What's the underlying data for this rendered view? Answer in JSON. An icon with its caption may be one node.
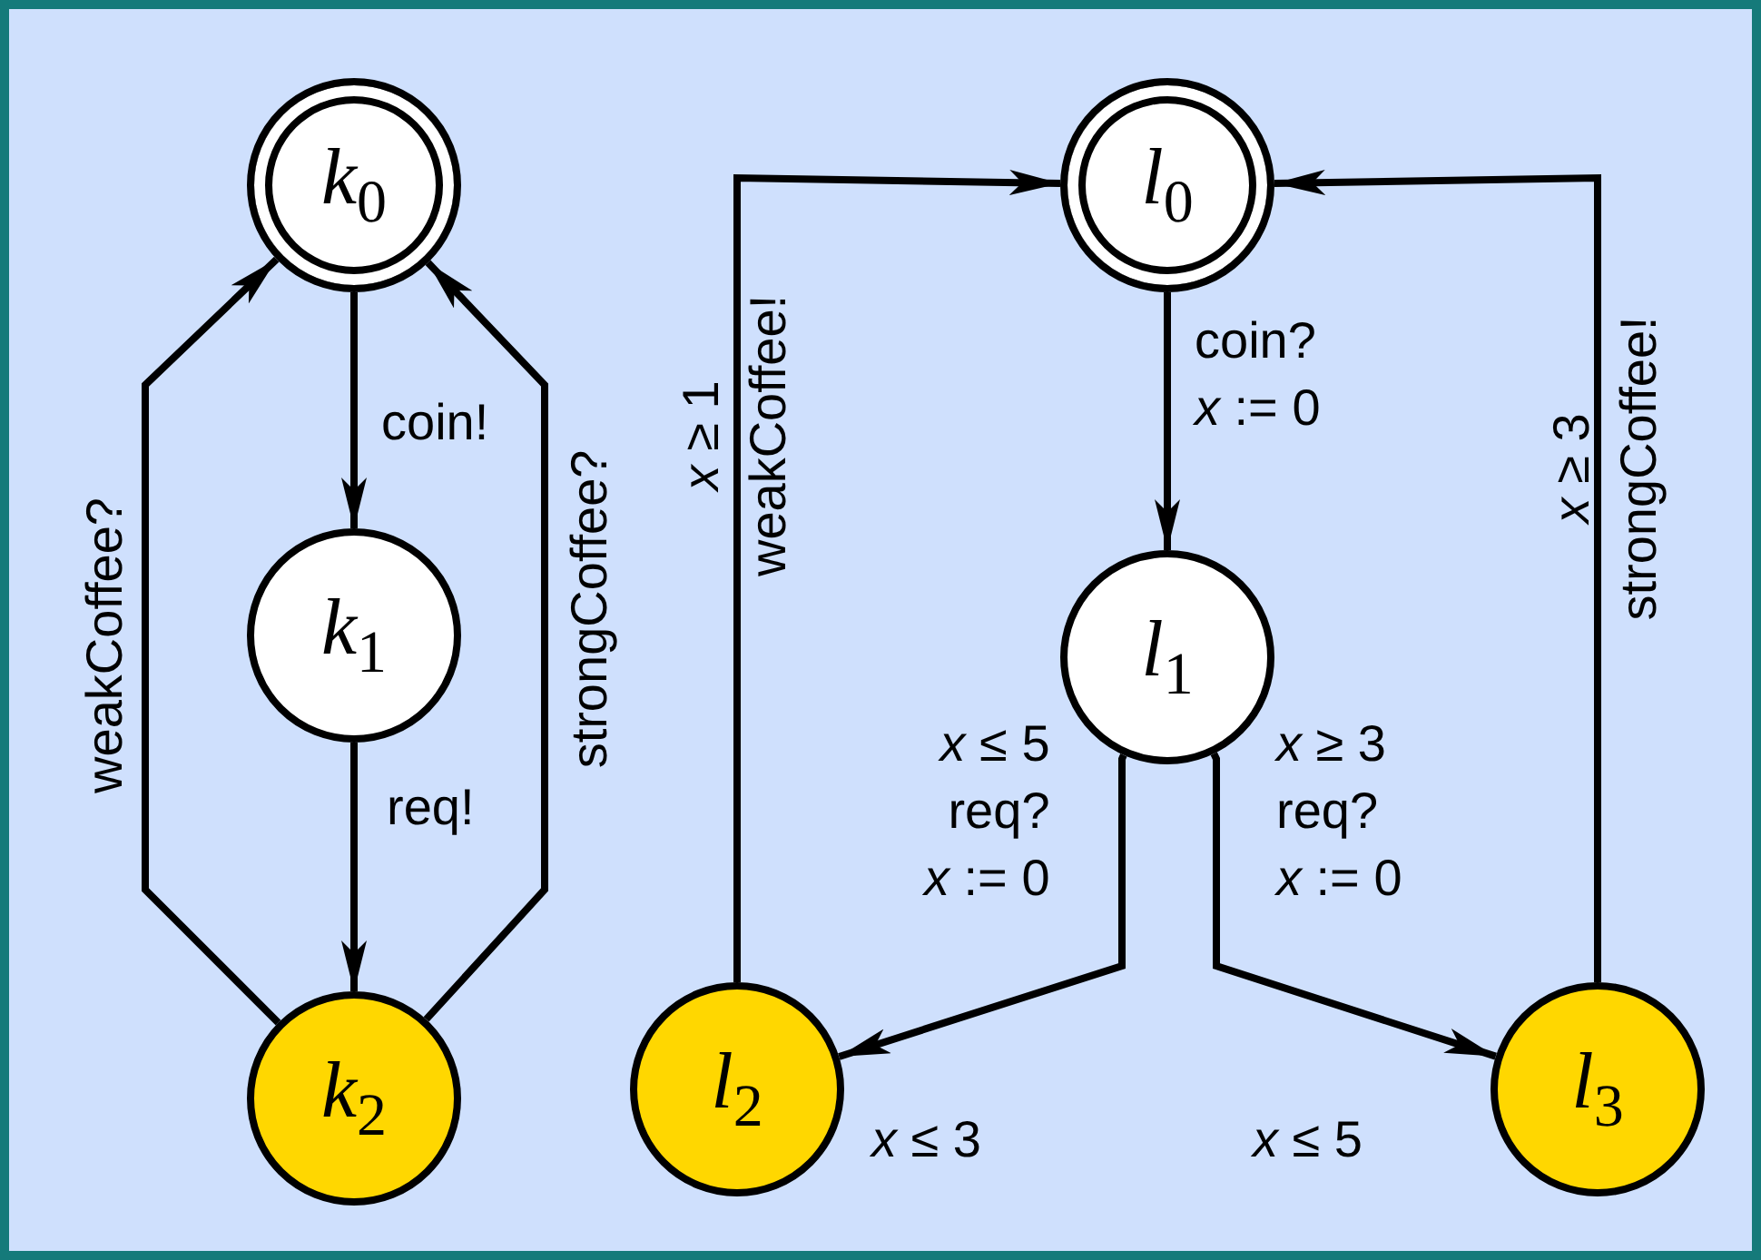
{
  "diagram": {
    "nodes": [
      {
        "text": [
          "*k*$_{0}$"
        ]
      },
      {
        "text": [
          "*k*$_{1}$"
        ]
      },
      {
        "text": [
          "*k*$_{2}$"
        ]
      },
      {
        "text": [
          "*l*$_{0}$"
        ]
      },
      {
        "text": [
          "*l*$_{1}$"
        ]
      },
      {
        "text": [
          "*l*$_{2}$"
        ],
        "beside": [
          "*x* ≤ 3"
        ]
      },
      {
        "text": [
          "*l*$_{3}$"
        ],
        "beside": [
          "*x* ≤ 5"
        ]
      }
    ],
    "edges": [
      {
        "from": 0,
        "to": 1,
        "arrow": "to",
        "label": "coin!"
      },
      {
        "from": 1,
        "to": 2,
        "arrow": "to",
        "label": "req!"
      },
      {
        "from": 2,
        "to": 0,
        "arrow": "to",
        "label": "weakCoffee?"
      },
      {
        "from": 2,
        "to": 0,
        "arrow": "to",
        "label": "strongCoffee?"
      },
      {
        "from": 3,
        "to": 4,
        "arrow": "to",
        "label": "coin? *x* := 0"
      },
      {
        "from": 4,
        "to": 5,
        "arrow": "to",
        "label": "*x* ≤ 5 req? *x* := 0"
      },
      {
        "from": 4,
        "to": 6,
        "arrow": "to",
        "label": "*x* ≥ 3 req? *x* := 0"
      },
      {
        "from": 5,
        "to": 3,
        "arrow": "to",
        "label": "*x* ≥ 1 weakCoffee!"
      },
      {
        "from": 6,
        "to": 3,
        "arrow": "to",
        "label": "*x* ≥ 3 strongCoffee!"
      }
    ]
  }
}
